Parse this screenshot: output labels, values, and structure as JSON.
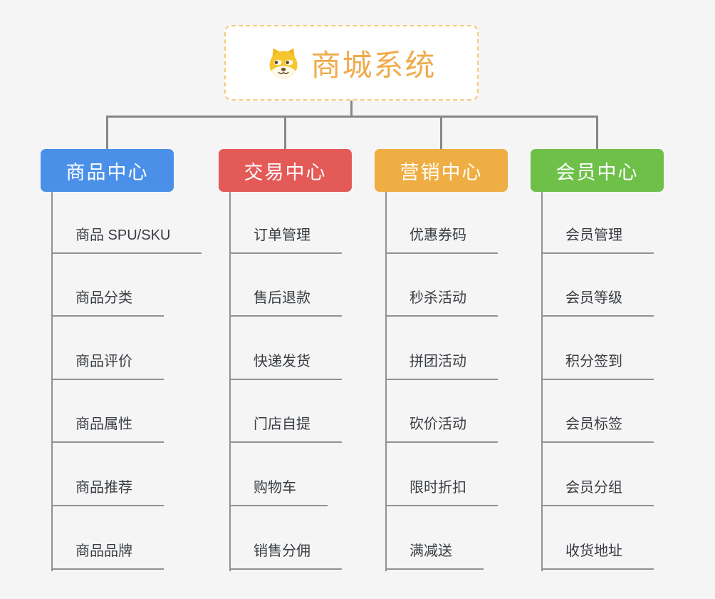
{
  "page": {
    "background_color": "#f5f5f5",
    "connector_color": "#878787"
  },
  "root": {
    "title": "商城系统",
    "icon": "shiba-dog-logo",
    "text_color": "#f0ab4c",
    "border_color": "#f6c97d"
  },
  "branches": [
    {
      "label": "商品中心",
      "color": "#4a90e8",
      "items": [
        "商品 SPU/SKU",
        "商品分类",
        "商品评价",
        "商品属性",
        "商品推荐",
        "商品品牌"
      ]
    },
    {
      "label": "交易中心",
      "color": "#e45a57",
      "items": [
        "订单管理",
        "售后退款",
        "快递发货",
        "门店自提",
        "购物车",
        "销售分佣"
      ]
    },
    {
      "label": "营销中心",
      "color": "#eeae43",
      "items": [
        "优惠券码",
        "秒杀活动",
        "拼团活动",
        "砍价活动",
        "限时折扣",
        "满减送"
      ]
    },
    {
      "label": "会员中心",
      "color": "#6ec049",
      "items": [
        "会员管理",
        "会员等级",
        "积分签到",
        "会员标签",
        "会员分组",
        "收货地址"
      ]
    }
  ]
}
